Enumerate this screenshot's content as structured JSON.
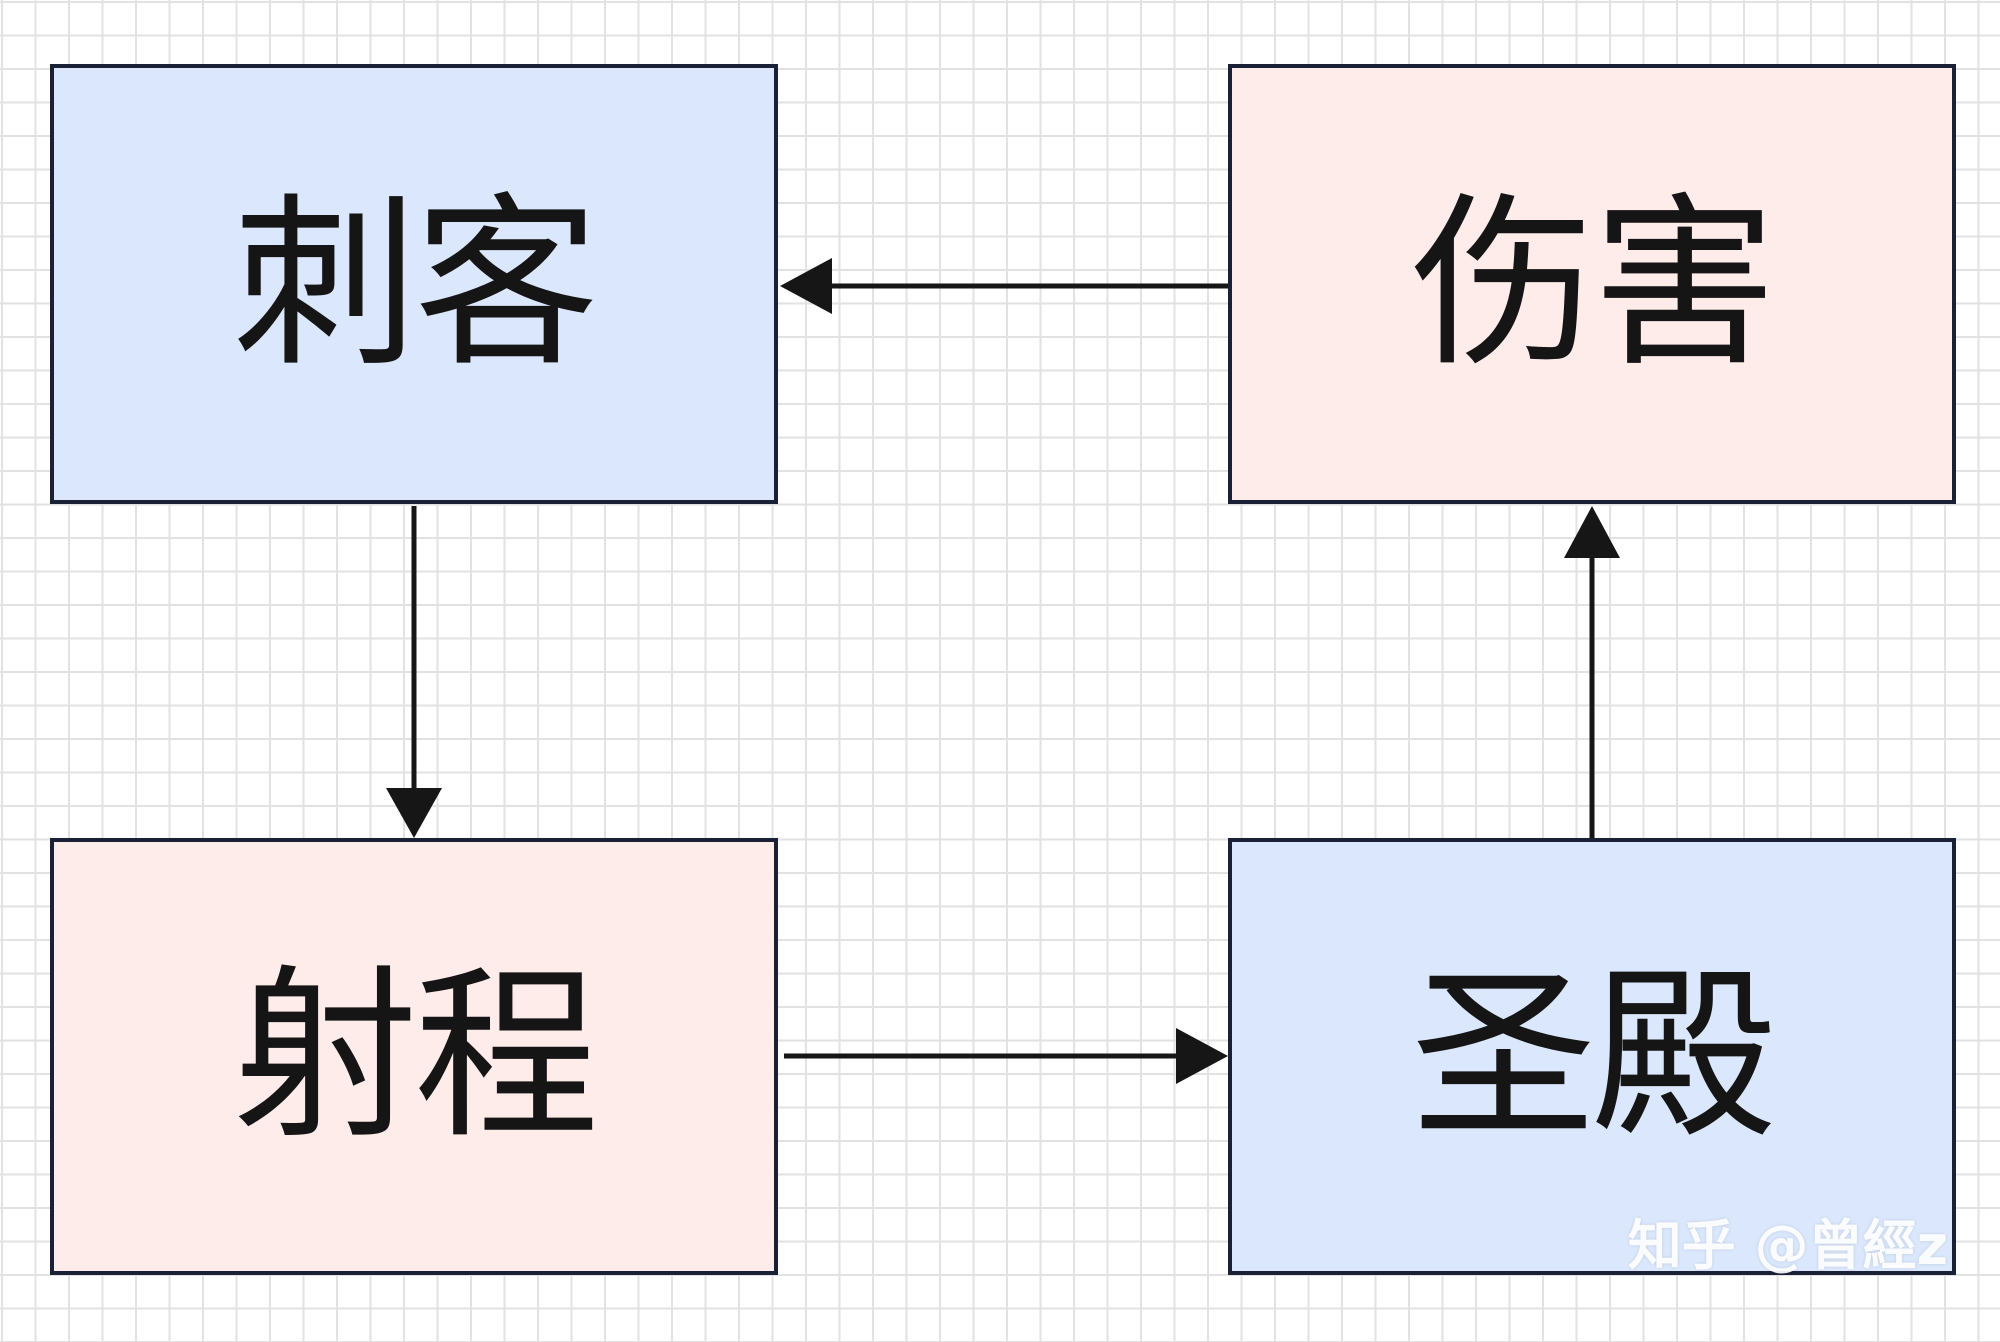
{
  "colors": {
    "blue_fill": "#dae7fc",
    "pink_fill": "#feeceb",
    "border": "#1a2137",
    "arrow": "#161616",
    "grid": "#e2e2e2"
  },
  "nodes": {
    "assassin": {
      "label": "刺客",
      "fill": "blue_fill"
    },
    "damage": {
      "label": "伤害",
      "fill": "pink_fill"
    },
    "range": {
      "label": "射程",
      "fill": "pink_fill"
    },
    "paladin": {
      "label": "圣殿",
      "fill": "blue_fill"
    }
  },
  "edges": [
    {
      "from": "assassin",
      "to": "range"
    },
    {
      "from": "range",
      "to": "paladin"
    },
    {
      "from": "paladin",
      "to": "damage"
    },
    {
      "from": "damage",
      "to": "assassin"
    }
  ],
  "watermark": "知乎 @曾經z"
}
